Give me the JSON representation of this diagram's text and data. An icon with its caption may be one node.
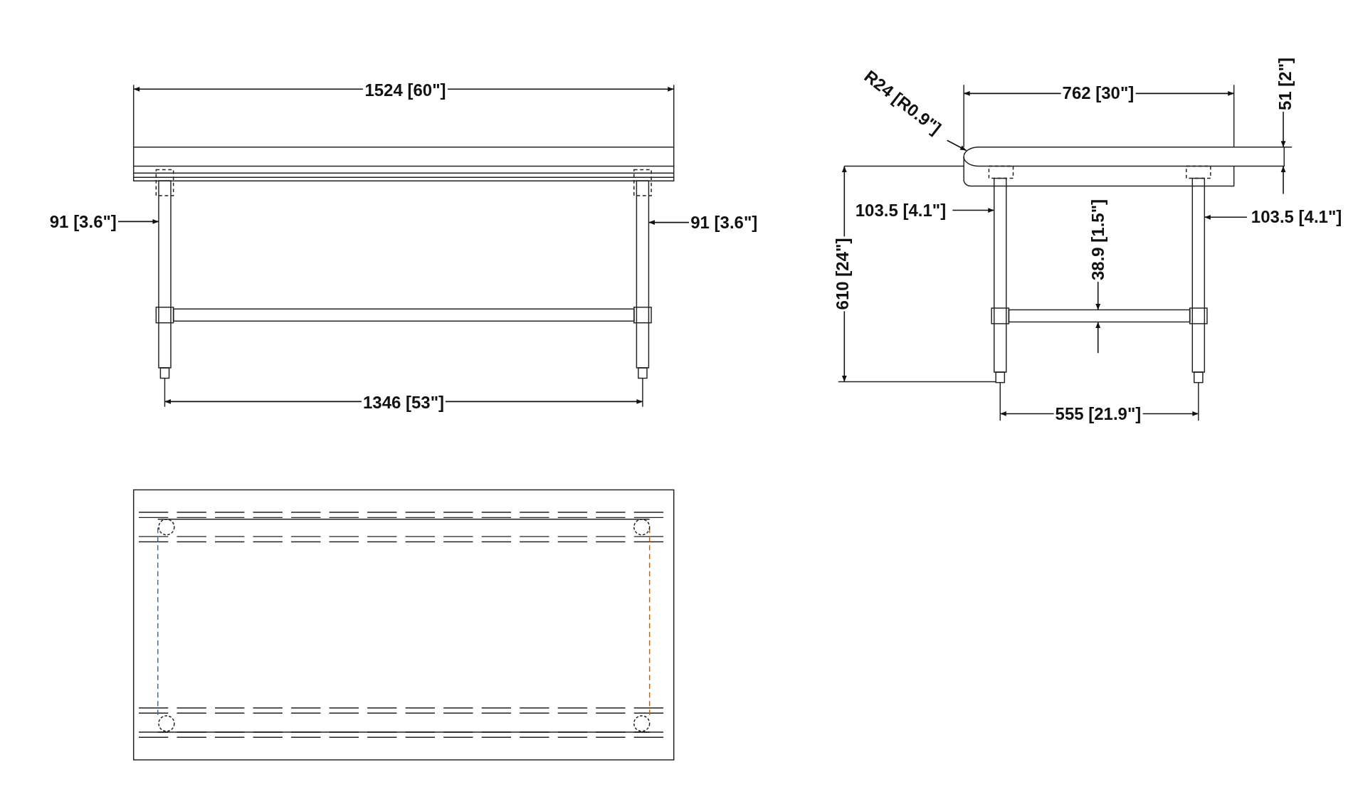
{
  "diagram": {
    "nodes": [
      {
        "text": [
          "R24 [R0.9\"]"
        ]
      },
      {
        "text": [],
        "shape": "bar"
      }
    ],
    "edges": [
      {
        "from": 0,
        "to": 1,
        "arrow": "to"
      }
    ],
    "labels": [
      "1524 [60\"]",
      "91 [3.6\"]",
      "91 [3.6\"]",
      "1346 [53\"]",
      "762 [30\"]",
      "51 [2\"]",
      "103.5 [4.1\"]",
      "103.5 [4.1\"]",
      "38.9 [1.5\"]",
      "610 [24\"]",
      "555 [21.9\"]"
    ]
  }
}
